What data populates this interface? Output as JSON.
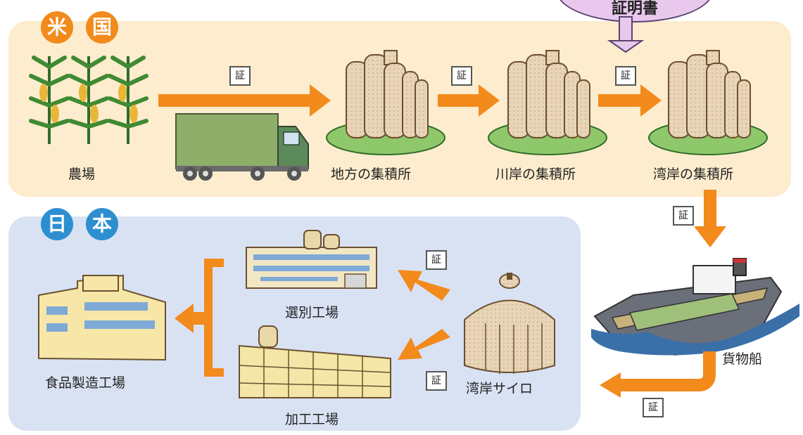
{
  "us_region": {
    "char1": "米",
    "char2": "国"
  },
  "jp_region": {
    "char1": "日",
    "char2": "本"
  },
  "certificate_bubble": {
    "label": "証明書"
  },
  "certificate_tag": "証",
  "nodes": {
    "farm": "農場",
    "local_elevator": "地方の集積所",
    "river_elevator": "川岸の集積所",
    "port_elevator_us": "湾岸の集積所",
    "cargo_ship": "貨物船",
    "port_silo_jp": "湾岸サイロ",
    "sorting_plant": "選別工場",
    "processing_plant": "加工工場",
    "food_factory": "食品製造工場"
  },
  "colors": {
    "arrow": "#f28a1c",
    "us_panel": "#fdeccd",
    "jp_panel": "#d9e2f3"
  }
}
